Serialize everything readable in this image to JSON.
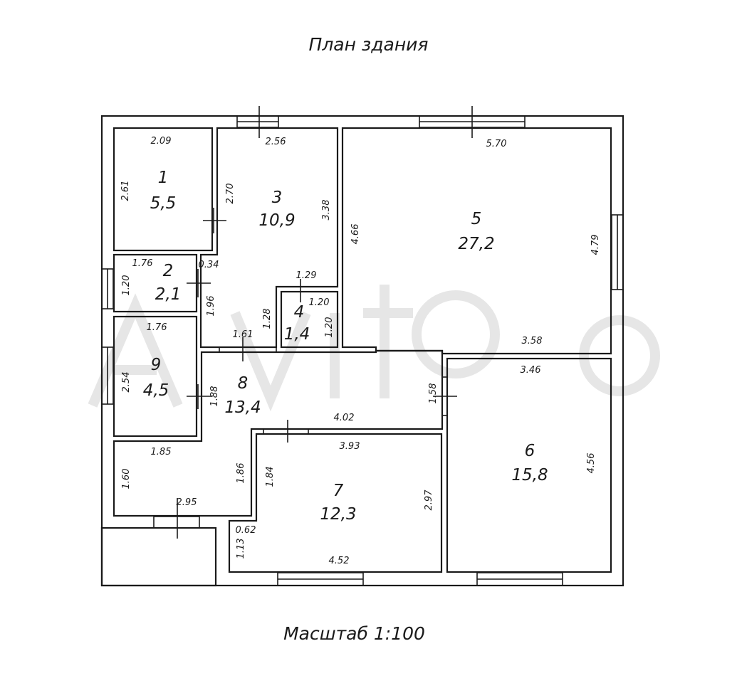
{
  "title": "План здания",
  "scale": "Масштаб 1:100",
  "rooms": [
    {
      "number": "1",
      "area": "5,5"
    },
    {
      "number": "2",
      "area": "2,1"
    },
    {
      "number": "3",
      "area": "10,9"
    },
    {
      "number": "4",
      "area": "1,4"
    },
    {
      "number": "5",
      "area": "27,2"
    },
    {
      "number": "6",
      "area": "15,8"
    },
    {
      "number": "7",
      "area": "12,3"
    },
    {
      "number": "8",
      "area": "13,4"
    },
    {
      "number": "9",
      "area": "4,5"
    }
  ],
  "dimensions": [
    "2.09",
    "2.61",
    "2.56",
    "2.70",
    "3.38",
    "5.70",
    "4.66",
    "4.79",
    "1.76",
    "1.20",
    "0.34",
    "1.96",
    "1.29",
    "1.20",
    "1.20",
    "1.28",
    "1.61",
    "1.76",
    "2.54",
    "1.88",
    "3.58",
    "3.46",
    "1.58",
    "4.02",
    "3.93",
    "1.85",
    "1.60",
    "1.86",
    "1.84",
    "2.97",
    "4.56",
    "2.95",
    "0.62",
    "1.13",
    "4.52"
  ],
  "watermark": "Avito"
}
